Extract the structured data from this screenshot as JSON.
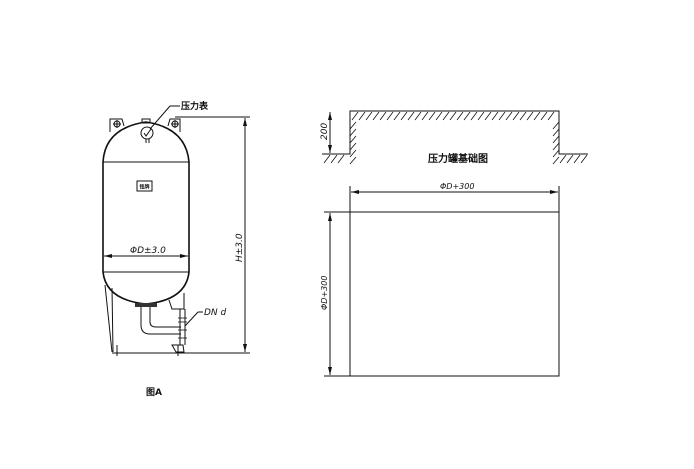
{
  "tank_drawing": {
    "gauge_label": "压力表",
    "nameplate_label": "铭牌",
    "diameter_label": "ΦD±3.0",
    "height_label": "H±3.0",
    "outlet_label": "DN d",
    "caption": "图A"
  },
  "foundation_drawing": {
    "title": "压力罐基础图",
    "depth_label": "200",
    "width_label": "ΦD+300",
    "length_label": "ΦD+300"
  }
}
